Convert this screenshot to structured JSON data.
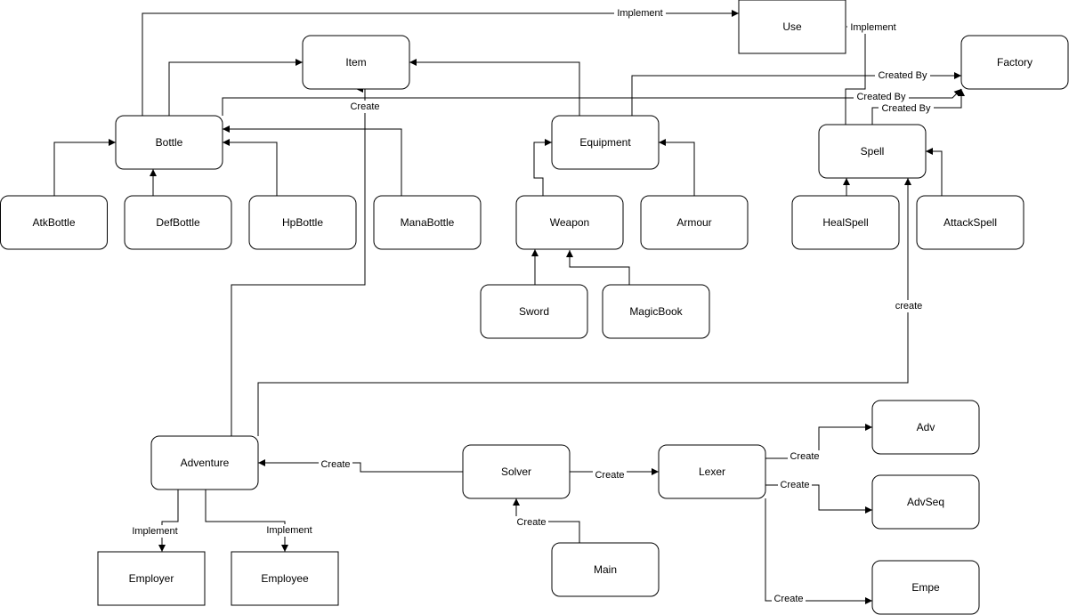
{
  "diagram": {
    "nodes": {
      "use": "Use",
      "item": "Item",
      "factory": "Factory",
      "bottle": "Bottle",
      "equipment": "Equipment",
      "spell": "Spell",
      "atkbottle": "AtkBottle",
      "defbottle": "DefBottle",
      "hpbottle": "HpBottle",
      "manabottle": "ManaBottle",
      "weapon": "Weapon",
      "armour": "Armour",
      "healspell": "HealSpell",
      "attackspell": "AttackSpell",
      "sword": "Sword",
      "magicbook": "MagicBook",
      "adventure": "Adventure",
      "solver": "Solver",
      "lexer": "Lexer",
      "adv": "Adv",
      "advseq": "AdvSeq",
      "empe": "Empe",
      "main": "Main",
      "employer": "Employer",
      "employee": "Employee"
    },
    "edge_labels": {
      "bottle_use": "Implement",
      "spell_use": "Implement",
      "adventure_item": "Create",
      "equipment_factory": "Created By",
      "bottle_factory": "Created By",
      "spell_factory": "Created By",
      "adventure_spell": "create",
      "solver_adventure": "Create",
      "solver_lexer": "Create",
      "lexer_adv": "Create",
      "lexer_advseq": "Create",
      "lexer_empe": "Create",
      "main_solver": "Create",
      "adventure_employer": "Implement",
      "adventure_employee": "Implement"
    },
    "colors": {
      "stroke": "#000000",
      "fill": "#ffffff",
      "text": "#000000"
    }
  }
}
